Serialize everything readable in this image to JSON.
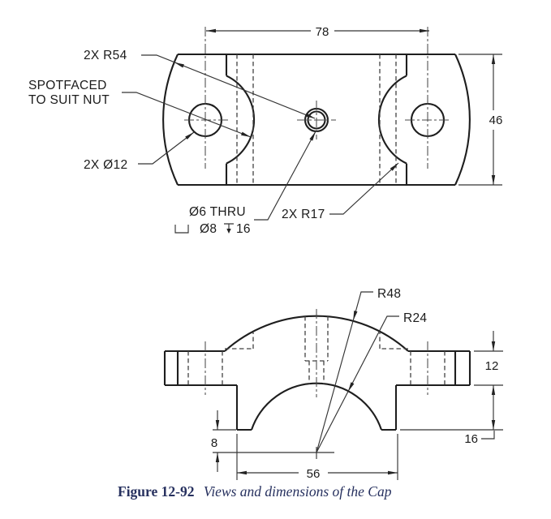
{
  "colors": {
    "object_line": "#1e1e1e",
    "thin_line": "#343434",
    "hidden_line": "#414141",
    "caption": "#27315f"
  },
  "top_view": {
    "radius_note": "2X R54",
    "spotface_note_line1": "SPOTFACED",
    "spotface_note_line2": "TO SUIT NUT",
    "hole_note": "2X Ø12",
    "center_hole_note_line1": "Ø6 THRU",
    "center_hole_cbore_dia": "Ø8",
    "center_hole_cbore_depth": "16",
    "notch_radius_note": "2X R17",
    "width_dim": "78",
    "height_dim": "46"
  },
  "front_view": {
    "outer_radius": "R48",
    "inner_radius": "R24",
    "flange_thickness_dim": "12",
    "base_height_dim": "16",
    "center_offset_dim": "8",
    "span_dim": "56"
  },
  "caption": {
    "label": "Figure 12-92",
    "text": "Views and dimensions of the Cap"
  }
}
